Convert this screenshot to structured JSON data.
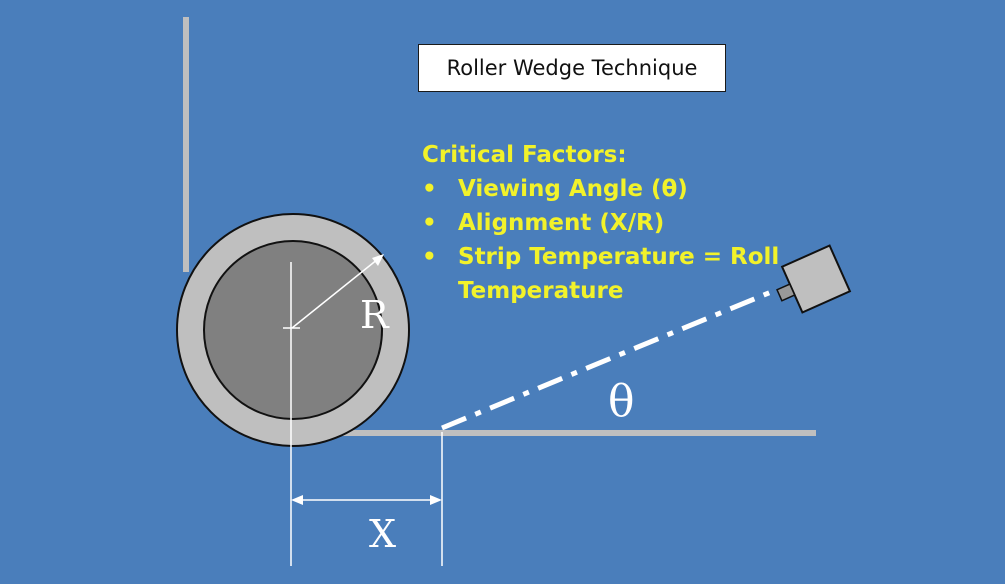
{
  "title": "Roller Wedge Technique",
  "factors": {
    "heading": "Critical Factors:",
    "items": [
      "Viewing Angle (θ)",
      "Alignment (X/R)",
      "Strip Temperature = Roll Temperature"
    ]
  },
  "labels": {
    "radius": "R",
    "offset": "X",
    "angle": "θ"
  },
  "colors": {
    "background": "#4a7ebb",
    "factor_text": "#f2f22a",
    "roller_outer": "#bfbfbf",
    "roller_inner": "#808080",
    "strip": "#bfbfbf",
    "sight_line": "#ffffff"
  },
  "icons": {
    "sensor": "pyrometer-camera-icon"
  }
}
